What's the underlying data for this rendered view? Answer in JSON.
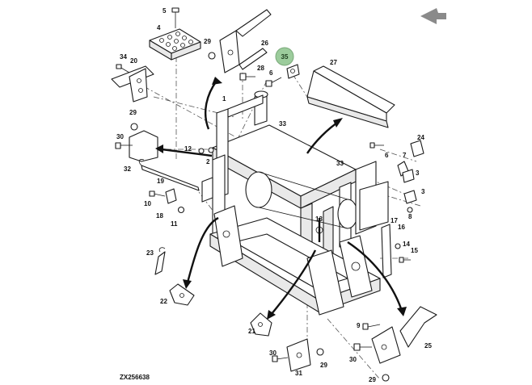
{
  "diagram": {
    "reference_code": "ZX256638",
    "highlighted_part": "35",
    "corner_arrow_icon": "direction-arrow-icon",
    "highlight_color": "#9ccc9c",
    "labels": {
      "p1": "1",
      "p2": "2",
      "p3a": "3",
      "p3b": "3",
      "p4": "4",
      "p5": "5",
      "p6a": "6",
      "p6b": "6",
      "p7": "7",
      "p8": "8",
      "p9": "9",
      "p10": "10",
      "p11": "11",
      "p12": "12",
      "p13": "13",
      "p14": "14",
      "p15": "15",
      "p16": "16",
      "p17": "17",
      "p18": "18",
      "p19": "19",
      "p20": "20",
      "p21": "21",
      "p22": "22",
      "p23": "23",
      "p24": "24",
      "p25": "25",
      "p26": "26",
      "p27": "27",
      "p28": "28",
      "p29a": "29",
      "p29b": "29",
      "p29c": "29",
      "p29d": "29",
      "p30a": "30",
      "p30b": "30",
      "p30c": "30",
      "p31": "31",
      "p32": "32",
      "p33a": "33",
      "p33b": "33",
      "p34": "34"
    }
  }
}
